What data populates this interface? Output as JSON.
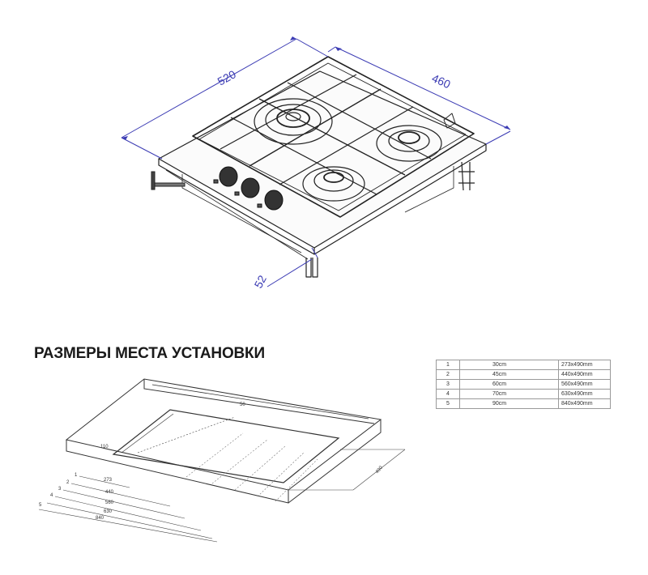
{
  "hob": {
    "dim_width": "520",
    "dim_depth": "460",
    "dim_height": "52"
  },
  "section": {
    "title": "РАЗМЕРЫ МЕСТА УСТАНОВКИ"
  },
  "size_table": {
    "rows": [
      {
        "num": "1",
        "width": "30cm",
        "cutout": "273x490mm"
      },
      {
        "num": "2",
        "width": "45cm",
        "cutout": "440x490mm"
      },
      {
        "num": "3",
        "width": "60cm",
        "cutout": "560x490mm"
      },
      {
        "num": "4",
        "width": "70cm",
        "cutout": "630x490mm"
      },
      {
        "num": "5",
        "width": "90cm",
        "cutout": "840x490mm"
      }
    ]
  },
  "cutout": {
    "dim_top": "50",
    "dim_left": "110",
    "dim_depth": "490",
    "widths": [
      "273",
      "440",
      "560",
      "630",
      "840"
    ],
    "indices": [
      "1",
      "2",
      "3",
      "4",
      "5"
    ]
  },
  "colors": {
    "dimension": "#3c3cb4",
    "line": "#222222"
  }
}
